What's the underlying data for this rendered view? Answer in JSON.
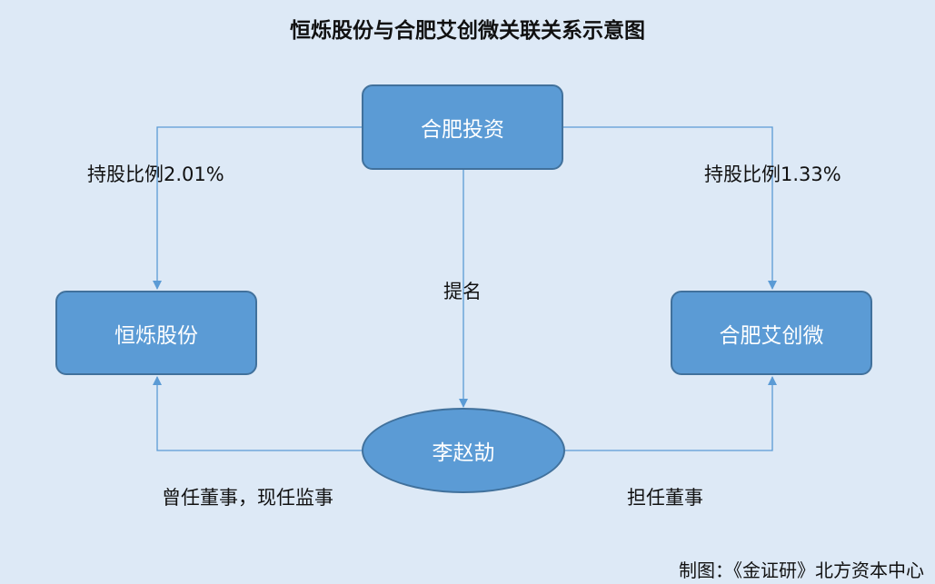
{
  "title": "恒烁股份与合肥艾创微关联关系示意图",
  "nodes": {
    "hefei_invest": "合肥投资",
    "hengshuo": "恒烁股份",
    "aichuangwei": "合肥艾创微",
    "person": "李赵劼"
  },
  "edges": {
    "hefei_to_hengshuo": "持股比例2.01%",
    "hefei_to_aichuangwei": "持股比例1.33%",
    "hefei_to_person": "提名",
    "person_to_hengshuo": "曾任董事，现任监事",
    "person_to_aichuangwei": "担任董事"
  },
  "footer": "制图：《金证研》北方资本中心",
  "colors": {
    "background": "#dde9f6",
    "node_fill": "#5b9bd5",
    "node_border": "#41719c",
    "connector": "#5b9bd5"
  }
}
